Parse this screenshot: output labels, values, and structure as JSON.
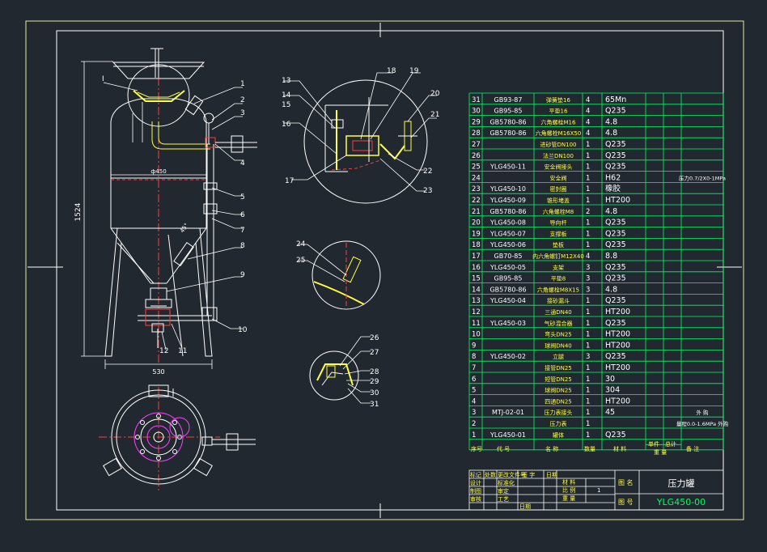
{
  "colors": {
    "background": "#212830",
    "frame": "#ffffff",
    "part": "#ffffff",
    "hidden": "#ff3b3b",
    "leader": "#00d8ff",
    "text": "#ffffff",
    "table_grid": "#00ff60",
    "highlight": "#ffff40",
    "magenta": "#ff40ff",
    "dim": "#40ff40"
  },
  "dimensions": {
    "height": "1524",
    "diameter_upper": "ф450",
    "width": "530",
    "cone_angle": "45°"
  },
  "callouts_main": [
    "1",
    "2",
    "3",
    "4",
    "5",
    "6",
    "7",
    "8",
    "9",
    "10",
    "11",
    "12",
    "I"
  ],
  "callouts_detail_a": [
    "13",
    "14",
    "15",
    "16",
    "17",
    "18",
    "19",
    "20",
    "21",
    "22",
    "23"
  ],
  "callouts_detail_b": [
    "24",
    "25"
  ],
  "callouts_detail_c": [
    "26",
    "27",
    "28",
    "29",
    "30",
    "31"
  ],
  "bom": [
    {
      "no": "31",
      "code": "GB93-87",
      "name": "弹簧垫16",
      "qty": "4",
      "mat": "65Mn",
      "note": ""
    },
    {
      "no": "30",
      "code": "GB95-85",
      "name": "平垫16",
      "qty": "4",
      "mat": "Q235",
      "note": ""
    },
    {
      "no": "29",
      "code": "GB5780-86",
      "name": "六角螺栓M16",
      "qty": "4",
      "mat": "4.8",
      "note": ""
    },
    {
      "no": "28",
      "code": "GB5780-86",
      "name": "六角螺栓M16X50",
      "qty": "4",
      "mat": "4.8",
      "note": ""
    },
    {
      "no": "27",
      "code": "",
      "name": "进砂管DN100",
      "qty": "1",
      "mat": "Q235",
      "note": ""
    },
    {
      "no": "26",
      "code": "",
      "name": "法兰DN100",
      "qty": "1",
      "mat": "Q235",
      "note": ""
    },
    {
      "no": "25",
      "code": "YLG450-11",
      "name": "安全阀接头",
      "qty": "1",
      "mat": "Q235",
      "note": ""
    },
    {
      "no": "24",
      "code": "",
      "name": "安全阀",
      "qty": "1",
      "mat": "H62",
      "note": "压力0.7/2X0-1MPa"
    },
    {
      "no": "23",
      "code": "YLG450-10",
      "name": "密封圈",
      "qty": "1",
      "mat": "橡胶",
      "note": ""
    },
    {
      "no": "22",
      "code": "YLG450-09",
      "name": "锥形堵盖",
      "qty": "1",
      "mat": "HT200",
      "note": ""
    },
    {
      "no": "21",
      "code": "GB5780-86",
      "name": "六角螺栓M8",
      "qty": "2",
      "mat": "4.8",
      "note": ""
    },
    {
      "no": "20",
      "code": "YLG450-08",
      "name": "导向杆",
      "qty": "1",
      "mat": "Q235",
      "note": ""
    },
    {
      "no": "19",
      "code": "YLG450-07",
      "name": "支撑板",
      "qty": "1",
      "mat": "Q235",
      "note": ""
    },
    {
      "no": "18",
      "code": "YLG450-06",
      "name": "垫板",
      "qty": "1",
      "mat": "Q235",
      "note": ""
    },
    {
      "no": "17",
      "code": "GB70-85",
      "name": "内六角螺钉M12X40",
      "qty": "4",
      "mat": "8.8",
      "note": ""
    },
    {
      "no": "16",
      "code": "YLG450-05",
      "name": "支架",
      "qty": "3",
      "mat": "Q235",
      "note": ""
    },
    {
      "no": "15",
      "code": "GB95-85",
      "name": "平垫8",
      "qty": "3",
      "mat": "Q235",
      "note": ""
    },
    {
      "no": "14",
      "code": "GB5780-86",
      "name": "六角螺栓M8X15",
      "qty": "3",
      "mat": "4.8",
      "note": ""
    },
    {
      "no": "13",
      "code": "YLG450-04",
      "name": "接砂漏斗",
      "qty": "1",
      "mat": "Q235",
      "note": ""
    },
    {
      "no": "12",
      "code": "",
      "name": "三通DN40",
      "qty": "1",
      "mat": "HT200",
      "note": ""
    },
    {
      "no": "11",
      "code": "YLG450-03",
      "name": "气砂混合器",
      "qty": "1",
      "mat": "Q235",
      "note": ""
    },
    {
      "no": "10",
      "code": "",
      "name": "弯头DN25",
      "qty": "1",
      "mat": "HT200",
      "note": ""
    },
    {
      "no": "9",
      "code": "",
      "name": "球阀DN40",
      "qty": "1",
      "mat": "HT200",
      "note": ""
    },
    {
      "no": "8",
      "code": "YLG450-02",
      "name": "立腿",
      "qty": "3",
      "mat": "Q235",
      "note": ""
    },
    {
      "no": "7",
      "code": "",
      "name": "接管DN25",
      "qty": "1",
      "mat": "HT200",
      "note": ""
    },
    {
      "no": "6",
      "code": "",
      "name": "短管DN25",
      "qty": "1",
      "mat": "30",
      "note": ""
    },
    {
      "no": "5",
      "code": "",
      "name": "球阀DN25",
      "qty": "1",
      "mat": "304",
      "note": ""
    },
    {
      "no": "4",
      "code": "",
      "name": "四通DN25",
      "qty": "1",
      "mat": "HT200",
      "note": ""
    },
    {
      "no": "3",
      "code": "MTJ-02-01",
      "name": "压力表接头",
      "qty": "1",
      "mat": "45",
      "note": "外  购"
    },
    {
      "no": "2",
      "code": "",
      "name": "压力表",
      "qty": "1",
      "mat": "",
      "note": "量程0.0-1.6MPa 外购"
    },
    {
      "no": "1",
      "code": "YLG450-01",
      "name": "罐体",
      "qty": "1",
      "mat": "Q235",
      "note": ""
    }
  ],
  "bom_header": {
    "no": "序号",
    "code": "代  号",
    "name": "名    称",
    "qty": "数量",
    "mat": "材    料",
    "weight_single": "单件",
    "weight_total": "总计",
    "weight": "重  量",
    "note": "备    注"
  },
  "title_block": {
    "row1": [
      "标记",
      "处数",
      "更改文件号",
      "签 字",
      "日期"
    ],
    "row2": [
      "设计",
      "",
      "标准化"
    ],
    "row3": [
      "制图",
      "",
      "审定"
    ],
    "row4": [
      "审核",
      "",
      "工艺"
    ],
    "row5": [
      "",
      "",
      "日期"
    ],
    "material_label": "材  料",
    "ratio_label": "比  例",
    "ratio_value": "1",
    "weight_label": "重  量",
    "name_label": "图  名",
    "name_value": "压力罐",
    "number_label": "图  号",
    "number_value": "YLG450-00"
  }
}
